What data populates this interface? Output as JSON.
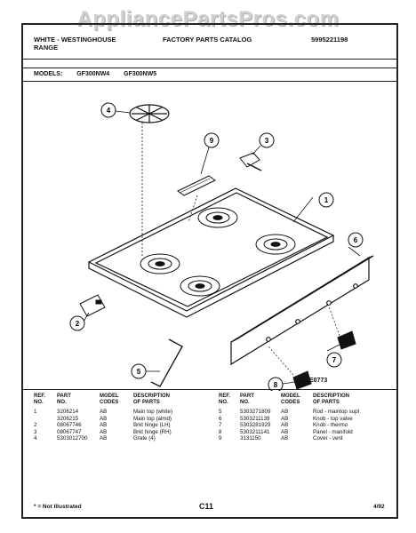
{
  "watermark": "AppliancePartsPros.com",
  "header": {
    "brand_line1": "WHITE - WESTINGHOUSE",
    "brand_line2": "RANGE",
    "catalog_title": "FACTORY PARTS CATALOG",
    "catalog_number": "5995221198"
  },
  "models": {
    "label": "MODELS:",
    "list": [
      "GF300NW4",
      "GF300NW5"
    ]
  },
  "diagram": {
    "callouts": [
      "1",
      "2",
      "3",
      "4",
      "5",
      "6",
      "7",
      "8",
      "9"
    ],
    "code": "E0773"
  },
  "table": {
    "headers": {
      "ref": "REF.\nNO.",
      "part": "PART\nNO.",
      "model": "MODEL\nCODES",
      "desc": "DESCRIPTION\nOF PARTS"
    },
    "left_rows": [
      {
        "ref": "1",
        "part": "3206214",
        "code": "AB",
        "desc": "Main top (white)"
      },
      {
        "ref": "",
        "part": "3206215",
        "code": "AB",
        "desc": "Main top (almd)"
      },
      {
        "ref": "2",
        "part": "08067746",
        "code": "AB",
        "desc": "Brkt hinge (LH)"
      },
      {
        "ref": "3",
        "part": "08067747",
        "code": "AB",
        "desc": "Brkt hinge (RH)"
      },
      {
        "ref": "4",
        "part": "5303012700",
        "code": "AB",
        "desc": "Grate (4)"
      }
    ],
    "right_rows": [
      {
        "ref": "5",
        "part": "5303271809",
        "code": "AB",
        "desc": "Rod - maintop supt"
      },
      {
        "ref": "6",
        "part": "5303211139",
        "code": "AB",
        "desc": "Knob - top valve"
      },
      {
        "ref": "7",
        "part": "5303281929",
        "code": "AB",
        "desc": "Knob - thermo"
      },
      {
        "ref": "8",
        "part": "5303211141",
        "code": "AB",
        "desc": "Panel - manifold"
      },
      {
        "ref": "9",
        "part": "3131150",
        "code": "AB",
        "desc": "Cover - vent"
      }
    ]
  },
  "footer": {
    "note": "* = Not Illustrated",
    "page": "C11",
    "date": "4/92"
  }
}
